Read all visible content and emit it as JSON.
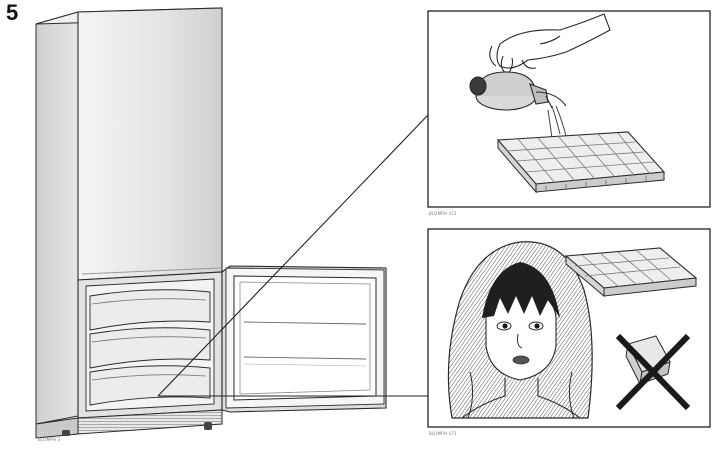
{
  "figure": {
    "number": "5",
    "codes": {
      "fridge": "BLOMPH 3",
      "top_panel": "BLOMPH 472",
      "bottom_panel": "BLOMPH 471"
    }
  },
  "panels": {
    "top": {
      "depicts": "hand pouring water from a jug into an ice cube tray"
    },
    "bottom": {
      "depicts": "child next to an ice cube tray and a crossed-out ice cube",
      "warning": "prohibited"
    }
  },
  "colors": {
    "line": "#2a2a2a",
    "appliance_face": "#ececec",
    "appliance_side": "#d2d2d2",
    "shadow": "#bdbdbd"
  }
}
